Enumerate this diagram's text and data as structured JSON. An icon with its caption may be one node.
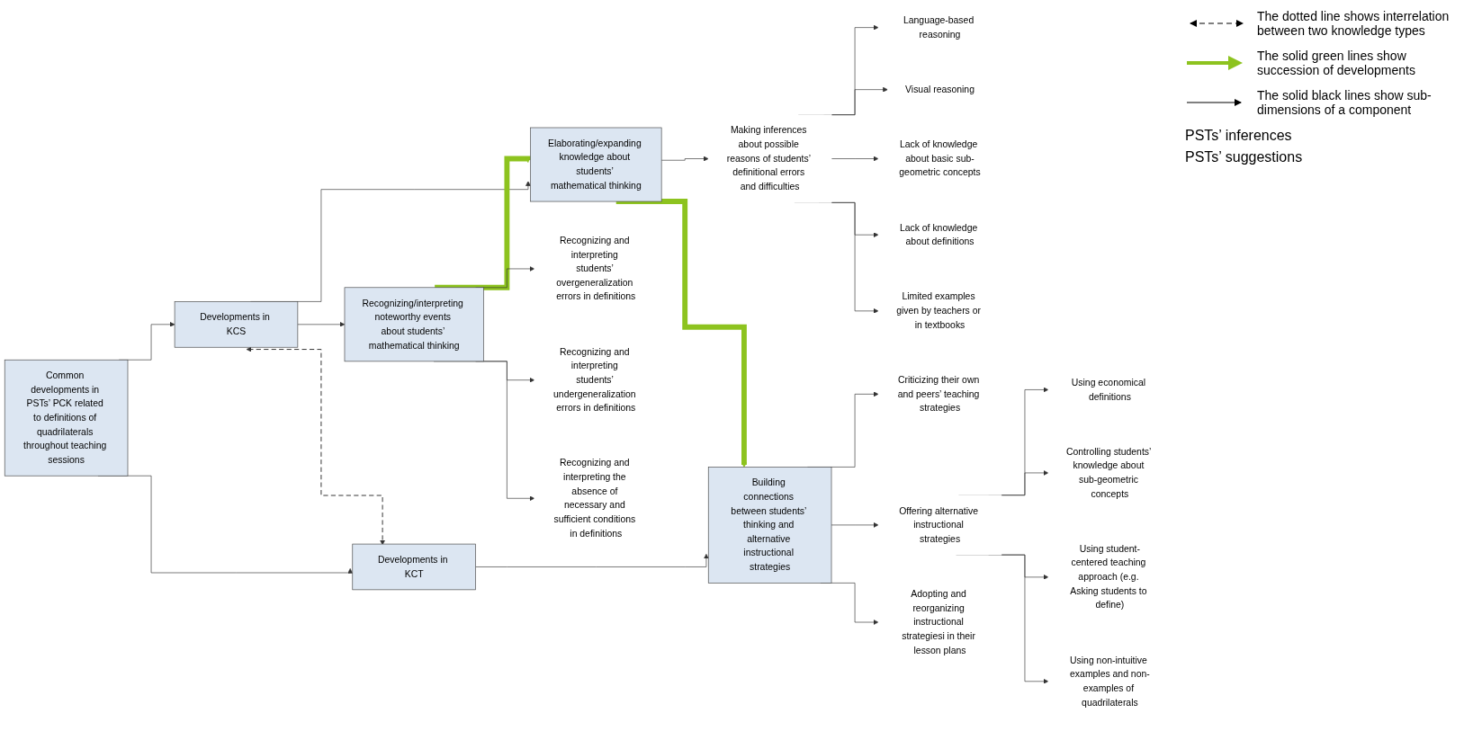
{
  "diagram": {
    "nodes": [
      {
        "text": [
          "Common developments in PSTs’ PCK related to definitions of quadrilaterals throughout teaching sessions"
        ]
      },
      {
        "text": [
          "Developments in KCS"
        ]
      },
      {
        "text": [
          "Developments in KCT"
        ]
      },
      {
        "text": [
          "Recognizing/interpreting noteworthy events about students’ mathematical thinking"
        ]
      },
      {
        "text": [
          "Elaborating/expanding knowledge about students’ mathematical thinking"
        ]
      },
      {
        "text": [
          "Building connections between students’ thinking and alternative instructional strategies"
        ]
      },
      {
        "text": [
          "Recognizing and interpreting students’ overgeneralization errors in definitions"
        ]
      },
      {
        "text": [
          "Recognizing and interpreting students’ undergeneralization errors in definitions"
        ]
      },
      {
        "text": [
          "Recognizing and interpreting the absence of necessary and sufficient conditions in definitions"
        ]
      },
      {
        "text": [
          "Making inferences about possible reasons of students’ definitional errors and difficulties"
        ]
      },
      {
        "text": [
          "Language-based reasoning"
        ]
      },
      {
        "text": [
          "Visual reasoning"
        ]
      },
      {
        "text": [
          "Lack of knowledge about basic sub-geometric concepts"
        ]
      },
      {
        "text": [
          "Lack of knowledge about definitions"
        ]
      },
      {
        "text": [
          "Limited examples given by teachers or in textbooks"
        ]
      },
      {
        "text": [
          "Criticizing their own and peers’ teaching strategies"
        ]
      },
      {
        "text": [
          "Offering alternative instructional strategies"
        ]
      },
      {
        "text": [
          "Using economical definitions"
        ]
      },
      {
        "text": [
          "Controlling students’ knowledge about sub-geometric concepts"
        ]
      },
      {
        "text": [
          "Using student-centered teaching approach (e.g. Asking students to define)"
        ]
      },
      {
        "text": [
          "Using non-intuitive examples and non-examples of quadrilaterals"
        ]
      },
      {
        "text": [
          "Adopting and reorganizing instructional strategiesi in their lesson plans"
        ]
      }
    ],
    "edges": [
      {
        "from": 0,
        "to": 1,
        "arrow": "to"
      },
      {
        "from": 0,
        "to": 2,
        "arrow": "to"
      },
      {
        "from": 1,
        "to": 2,
        "arrow": "both",
        "style": "dashed"
      },
      {
        "from": 1,
        "to": 3,
        "arrow": "to"
      },
      {
        "from": 1,
        "to": 4,
        "arrow": "to"
      },
      {
        "from": 2,
        "to": 5,
        "arrow": "to"
      },
      {
        "from": 3,
        "to": 4,
        "arrow": "to",
        "style": "thick",
        "color": "#8dc31f"
      },
      {
        "from": 4,
        "to": 5,
        "arrow": "to",
        "style": "thick",
        "color": "#8dc31f"
      },
      {
        "from": 3,
        "to": 6,
        "arrow": "to"
      },
      {
        "from": 3,
        "to": 7,
        "arrow": "to"
      },
      {
        "from": 3,
        "to": 8,
        "arrow": "to"
      },
      {
        "from": 4,
        "to": 9,
        "arrow": "to"
      },
      {
        "from": 9,
        "to": 10,
        "arrow": "to"
      },
      {
        "from": 9,
        "to": 11,
        "arrow": "to"
      },
      {
        "from": 9,
        "to": 12,
        "arrow": "to"
      },
      {
        "from": 9,
        "to": 13,
        "arrow": "to"
      },
      {
        "from": 9,
        "to": 14,
        "arrow": "to"
      },
      {
        "from": 5,
        "to": 15,
        "arrow": "to"
      },
      {
        "from": 5,
        "to": 16,
        "arrow": "to"
      },
      {
        "from": 16,
        "to": 17,
        "arrow": "to"
      },
      {
        "from": 16,
        "to": 18,
        "arrow": "to"
      },
      {
        "from": 16,
        "to": 19,
        "arrow": "to"
      },
      {
        "from": 16,
        "to": 20,
        "arrow": "to"
      },
      {
        "from": 5,
        "to": 21,
        "arrow": "to"
      }
    ],
    "labels": [
      "PSTs’ inferences",
      "PSTs’ suggestions"
    ],
    "legend": [
      {
        "text": "The dotted line shows interrelation between two knowledge types"
      },
      {
        "text": "The solid green lines show succession of developments"
      },
      {
        "text": "The solid black lines show sub-dimensions of a component"
      }
    ]
  }
}
